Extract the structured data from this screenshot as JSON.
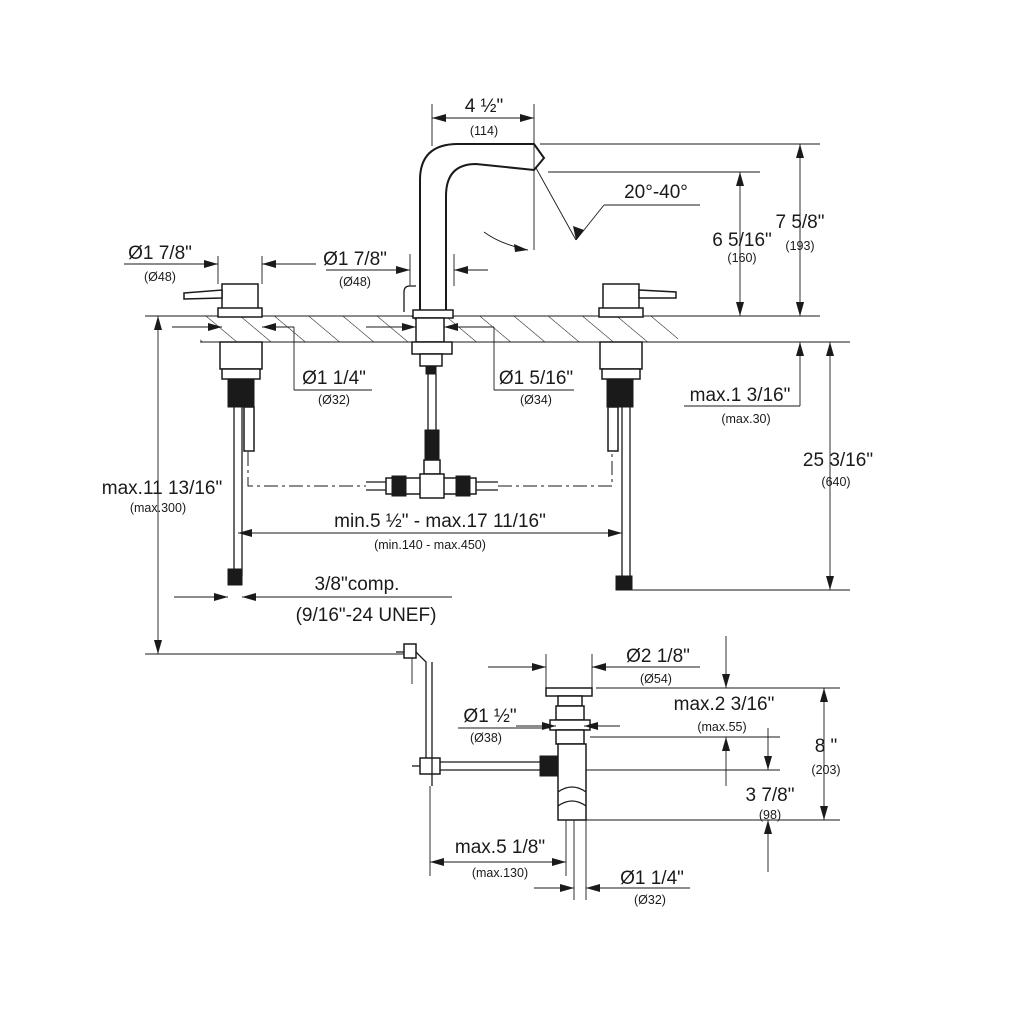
{
  "dimensions": {
    "spout_reach": {
      "label": "4 ½\"",
      "mm": "(114)"
    },
    "spout_angle": {
      "label": "20°-40°"
    },
    "spout_height": {
      "label": "6 5/16\"",
      "mm": "(160)"
    },
    "overall_height": {
      "label": "7 5/8\"",
      "mm": "(193)"
    },
    "handle_diameter": {
      "label": "Ø1 7/8\"",
      "mm": "(Ø48)"
    },
    "spout_base_diameter": {
      "label": "Ø1 7/8\"",
      "mm": "(Ø48)"
    },
    "handle_hole": {
      "label": "Ø1 1/4\"",
      "mm": "(Ø32)"
    },
    "spout_hole": {
      "label": "Ø1 5/16\"",
      "mm": "(Ø34)"
    },
    "deck_thickness": {
      "label": "max.1 3/16\"",
      "mm": "(max.30)"
    },
    "hose_length": {
      "label": "25 3/16\"",
      "mm": "(640)"
    },
    "max_below_deck": {
      "label": "max.11 13/16\"",
      "mm": "(max.300)"
    },
    "spread": {
      "label": "min.5 ½\" - max.17 11/16\"",
      "mm": "(min.140 - max.450)"
    },
    "connection": {
      "label": "3/8\"comp.",
      "mm": "(9/16\"-24 UNEF)"
    },
    "drain_flange": {
      "label": "Ø2 1/8\"",
      "mm": "(Ø54)"
    },
    "drain_body": {
      "label": "Ø1 ½\"",
      "mm": "(Ø38)"
    },
    "drain_max_depth": {
      "label": "max.2 3/16\"",
      "mm": "(max.55)"
    },
    "drain_height": {
      "label": "8 \"",
      "mm": "(203)"
    },
    "drain_outlet_height": {
      "label": "3 7/8\"",
      "mm": "(98)"
    },
    "pop_up_reach": {
      "label": "max.5 1/8\"",
      "mm": "(max.130)"
    },
    "tailpiece": {
      "label": "Ø1 1/4\"",
      "mm": "(Ø32)"
    }
  }
}
